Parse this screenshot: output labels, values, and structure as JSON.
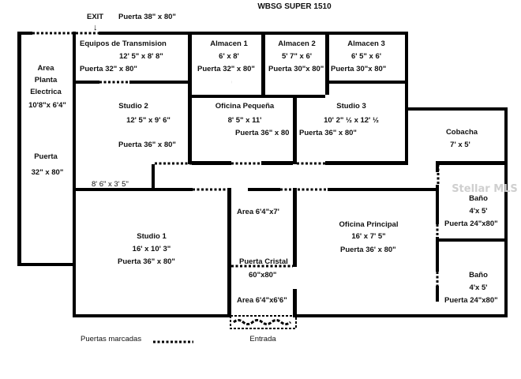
{
  "title": "WBSG SUPER 1510",
  "exit": {
    "label": "EXIT",
    "arrow": "↓",
    "door": "Puerta 38\" x 80\""
  },
  "rooms": {
    "area_planta": {
      "line1": "Area",
      "line2": "Planta",
      "line3": "Electrica",
      "size": "10'8\"x 6'4\"",
      "door_label": "Puerta",
      "door": "32\" x 80\""
    },
    "equipos": {
      "name": "Equipos de Transmision",
      "size": "12' 5\" x 8' 8\"",
      "door": "Puerta 32\" x 80\""
    },
    "almacen1": {
      "name": "Almacen 1",
      "size": "6' x 8'",
      "door": "Puerta 32\" x 80\""
    },
    "almacen2": {
      "name": "Almacen 2",
      "size": "5' 7\" x 6'",
      "door": "Puerta 30\"x 80\""
    },
    "almacen3": {
      "name": "Almacen 3",
      "size": "6' 5\" x 6'",
      "door": "Puerta 30\"x 80\""
    },
    "studio2": {
      "name": "Studio 2",
      "size": "12' 5\" x 9' 6\"",
      "door": "Puerta 36\" x 80\""
    },
    "oficina_pequena": {
      "name": "Oficina Pequeña",
      "size": "8' 5\" x 11'",
      "door": "Puerta 36\" x 80"
    },
    "studio3": {
      "name": "Studio 3",
      "size": "10' 2\" ½ x 12' ½",
      "door": "Puerta 36\" x 80\""
    },
    "cobacha": {
      "name": "Cobacha",
      "size": "7' x 5'"
    },
    "pasillo": {
      "size": "8' 6\" x 3' 5\""
    },
    "studio1": {
      "name": "Studio 1",
      "size": "16' x 10' 3\"",
      "door": "Puerta 36\" x 80\""
    },
    "area_top": {
      "size": "Area 6'4\"x7'"
    },
    "puerta_cristal": {
      "name": "Puerta Cristal",
      "size": "60\"x80\""
    },
    "area_bottom": {
      "size": "Area 6'4\"x6'6\""
    },
    "oficina_principal": {
      "name": "Oficina Principal",
      "size": "16' x 7' 5\"",
      "door": "Puerta 36' x 80\""
    },
    "bano1": {
      "name": "Baño",
      "size": "4'x 5'",
      "door": "Puerta 24\"x80\""
    },
    "bano2": {
      "name": "Baño",
      "size": "4'x 5'",
      "door": "Puerta 24\"x80\""
    }
  },
  "legend": {
    "label": "Puertas marcadas"
  },
  "entrance": {
    "label": "Entrada"
  },
  "watermark": "Stellar MLS"
}
